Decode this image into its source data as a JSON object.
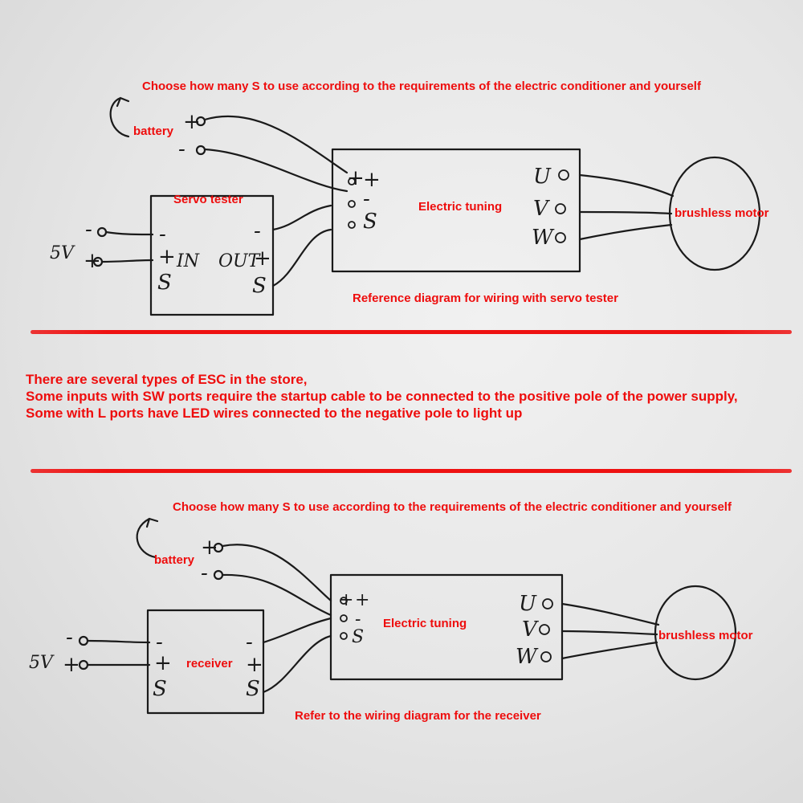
{
  "top_diagram": {
    "note": "Choose how many S to use according to the requirements of the electric conditioner and yourself",
    "battery_label": "battery",
    "battery_plus": "+",
    "battery_minus": "-",
    "servo_tester_label": "Servo tester",
    "supply_label": "5V",
    "supply_minus": "-",
    "supply_plus": "+",
    "tester_pins_left": [
      "-",
      "+",
      "S"
    ],
    "tester_in": "IN",
    "tester_out": "OUT",
    "tester_pins_right": [
      "-",
      "+",
      "S"
    ],
    "esc_label": "Electric tuning",
    "esc_inputs": [
      "+",
      "-",
      "S"
    ],
    "esc_outputs": [
      "U",
      "V",
      "W"
    ],
    "motor_label": "brushless motor",
    "caption": "Reference diagram for wiring with servo tester"
  },
  "notes": [
    "There are several types of ESC in the store,",
    "Some inputs with SW ports require the startup cable to be connected to the positive pole of the power supply,",
    "Some with L ports have LED wires connected to the negative pole to light up"
  ],
  "bottom_diagram": {
    "note": "Choose how many S to use according to the requirements of the electric conditioner and yourself",
    "battery_label": "battery",
    "battery_plus": "+",
    "battery_minus": "-",
    "receiver_label": "receiver",
    "supply_label": "5V",
    "supply_minus": "-",
    "supply_plus": "+",
    "receiver_pins_left": [
      "-",
      "+",
      "S"
    ],
    "receiver_pins_right": [
      "-",
      "+",
      "S"
    ],
    "esc_label": "Electric tuning",
    "esc_inputs": [
      "+",
      "-",
      "S"
    ],
    "esc_outputs": [
      "U",
      "V",
      "W"
    ],
    "motor_label": "brushless motor",
    "caption": "Refer to the wiring diagram for the receiver"
  },
  "colors": {
    "label_red": "#ee0d0d",
    "divider_red": "#ee1111",
    "ink": "#1a1a1a",
    "paper": "#e8e8e8"
  }
}
